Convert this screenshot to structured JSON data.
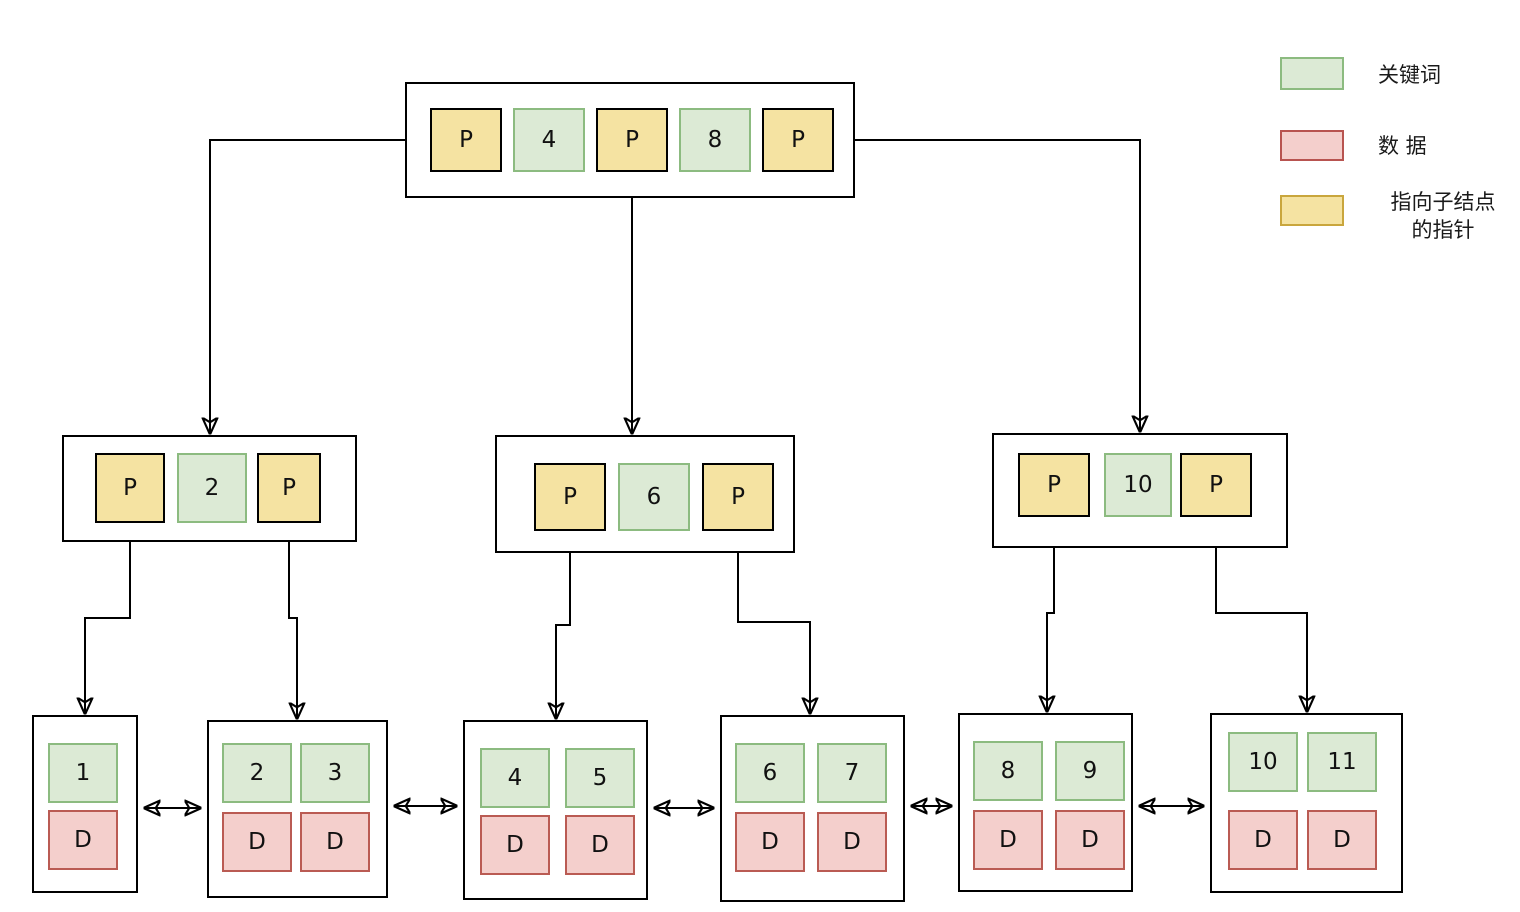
{
  "diagram": {
    "kind": "b-plus-tree",
    "description_labels": {
      "pointer": "P",
      "data": "D"
    }
  },
  "colors": {
    "background": "#ffffff",
    "line": "#000000",
    "node_border": "#000000",
    "keyword_fill": "#DCEAD5",
    "keyword_border": "#8CBB80",
    "data_fill": "#F4CFCC",
    "data_border": "#B85450",
    "pointer_fill": "#F5E3A2",
    "pointer_cell_border": "#000000",
    "pointer_legend_border": "#C9A63D"
  },
  "legend": {
    "items": [
      {
        "name": "keyword",
        "label": "关键词",
        "fill": "#DCEAD5",
        "border": "#8CBB80"
      },
      {
        "name": "data",
        "label": "数 据",
        "fill": "#F4CFCC",
        "border": "#B85450"
      },
      {
        "name": "child-pointer",
        "label": "指向子结点\n的指针",
        "fill": "#F5E3A2",
        "border": "#C9A63D"
      }
    ]
  },
  "tree": {
    "root": {
      "cells": [
        "P",
        "4",
        "P",
        "8",
        "P"
      ]
    },
    "internal": [
      {
        "cells": [
          "P",
          "2",
          "P"
        ]
      },
      {
        "cells": [
          "P",
          "6",
          "P"
        ]
      },
      {
        "cells": [
          "P",
          "10",
          "P"
        ]
      }
    ],
    "leaves": [
      {
        "keys": [
          "1"
        ],
        "data": [
          "D"
        ]
      },
      {
        "keys": [
          "2",
          "3"
        ],
        "data": [
          "D",
          "D"
        ]
      },
      {
        "keys": [
          "4",
          "5"
        ],
        "data": [
          "D",
          "D"
        ]
      },
      {
        "keys": [
          "6",
          "7"
        ],
        "data": [
          "D",
          "D"
        ]
      },
      {
        "keys": [
          "8",
          "9"
        ],
        "data": [
          "D",
          "D"
        ]
      },
      {
        "keys": [
          "10",
          "11"
        ],
        "data": [
          "D",
          "D"
        ]
      }
    ]
  }
}
